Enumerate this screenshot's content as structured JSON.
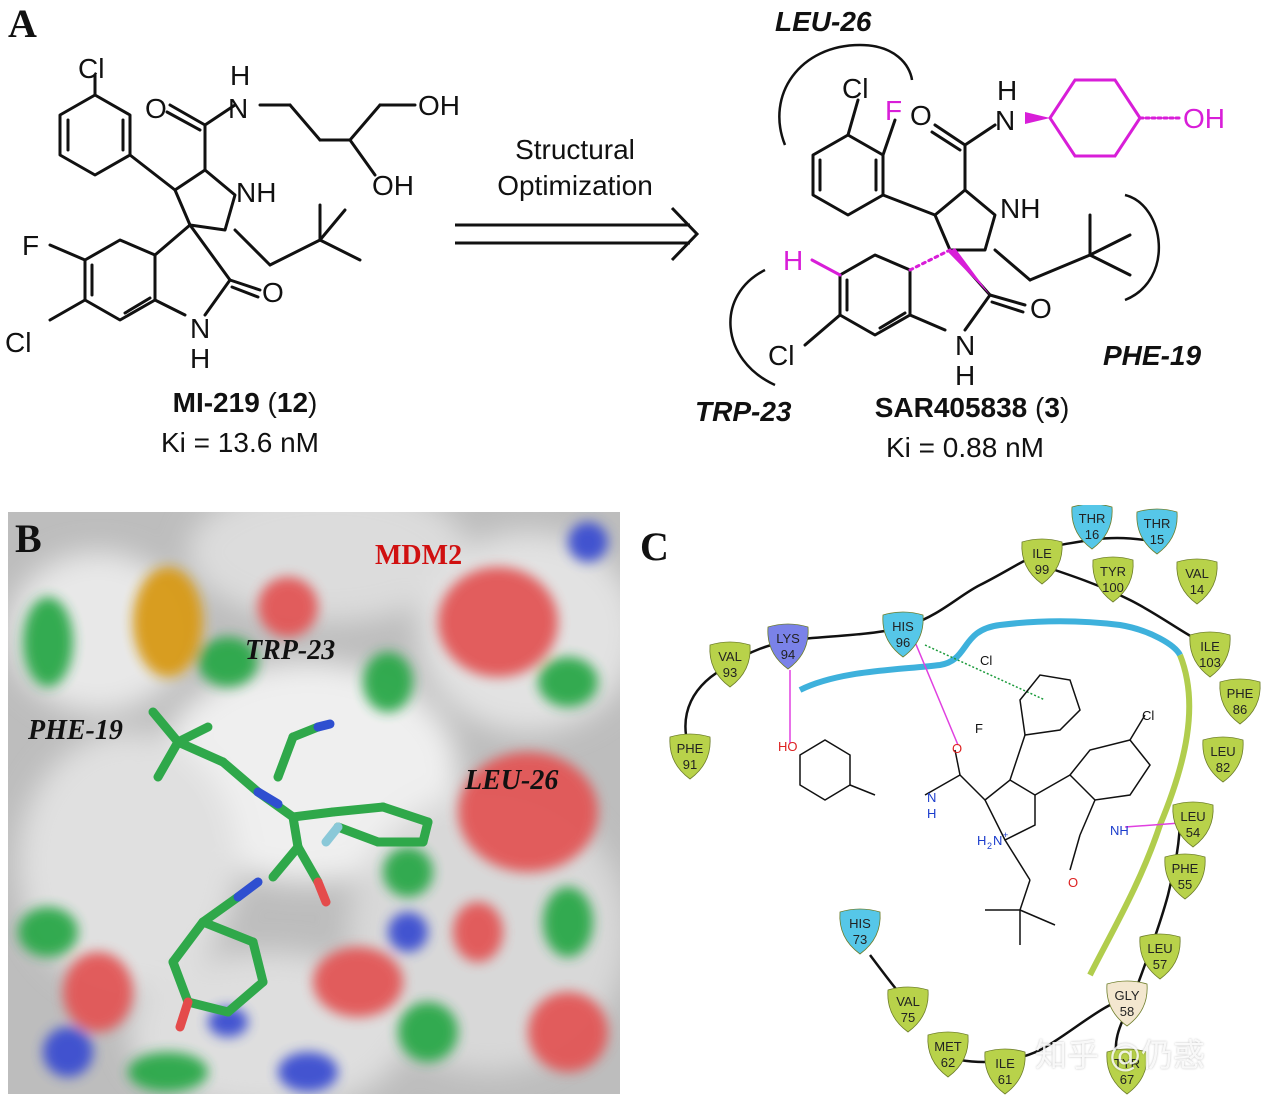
{
  "panel_a": {
    "letter": "A",
    "left_compound": {
      "name_bold": "MI-219",
      "name_num_open": " (",
      "name_num": "12",
      "name_num_close": ")",
      "ki": "Ki = 13.6 nM",
      "atoms": {
        "cl_top": "Cl",
        "o_amide": "O",
        "n_amide": "N",
        "h_amide": "H",
        "oh1": "OH",
        "oh2": "OH",
        "nh": "NH",
        "f": "F",
        "cl_bottom": "Cl",
        "o_lactam": "O",
        "n_lactam": "N",
        "h_lactam": "H"
      }
    },
    "arrow_text_line1": "Structural",
    "arrow_text_line2": "Optimization",
    "right_compound": {
      "name_bold": "SAR405838",
      "name_num_open": " (",
      "name_num": "3",
      "name_num_close": ")",
      "ki": "Ki = 0.88 nM",
      "atoms": {
        "cl_top": "Cl",
        "f": "F",
        "o_amide": "O",
        "n_amide": "N",
        "h_amide": "H",
        "oh": "OH",
        "nh": "NH",
        "h_ring": "H",
        "cl_bottom": "Cl",
        "o_lactam": "O",
        "n_lactam": "N",
        "h_lactam": "H"
      }
    },
    "residues": {
      "leu26": "LEU-26",
      "phe19": "PHE-19",
      "trp23": "TRP-23"
    },
    "colors": {
      "magenta": "#d81ed8",
      "ink": "#111111"
    }
  },
  "panel_b": {
    "letter": "B",
    "mdm2": "MDM2",
    "labels": {
      "trp23": "TRP-23",
      "phe19": "PHE-19",
      "leu26": "LEU-26"
    },
    "colors": {
      "surface": "#d4d4d4",
      "carbon": "#2fa84a",
      "oxygen": "#e44b4b",
      "nitrogen": "#2f4fd0",
      "sulfur": "#e0a020"
    }
  },
  "panel_c": {
    "letter": "C",
    "residues": [
      {
        "name": "THR",
        "num": "16",
        "type": "polar"
      },
      {
        "name": "THR",
        "num": "15",
        "type": "polar"
      },
      {
        "name": "ILE",
        "num": "99",
        "type": "hydrophobic"
      },
      {
        "name": "TYR",
        "num": "100",
        "type": "hydrophobic"
      },
      {
        "name": "VAL",
        "num": "14",
        "type": "hydrophobic"
      },
      {
        "name": "HIS",
        "num": "96",
        "type": "polar"
      },
      {
        "name": "LYS",
        "num": "94",
        "type": "positive"
      },
      {
        "name": "VAL",
        "num": "93",
        "type": "hydrophobic"
      },
      {
        "name": "ILE",
        "num": "103",
        "type": "hydrophobic"
      },
      {
        "name": "PHE",
        "num": "86",
        "type": "hydrophobic"
      },
      {
        "name": "LEU",
        "num": "82",
        "type": "hydrophobic"
      },
      {
        "name": "PHE",
        "num": "91",
        "type": "hydrophobic"
      },
      {
        "name": "LEU",
        "num": "54",
        "type": "hydrophobic"
      },
      {
        "name": "PHE",
        "num": "55",
        "type": "hydrophobic"
      },
      {
        "name": "HIS",
        "num": "73",
        "type": "polar"
      },
      {
        "name": "LEU",
        "num": "57",
        "type": "hydrophobic"
      },
      {
        "name": "GLY",
        "num": "58",
        "type": "glycine"
      },
      {
        "name": "VAL",
        "num": "75",
        "type": "hydrophobic"
      },
      {
        "name": "MET",
        "num": "62",
        "type": "hydrophobic"
      },
      {
        "name": "ILE",
        "num": "61",
        "type": "hydrophobic"
      },
      {
        "name": "TYR",
        "num": "67",
        "type": "hydrophobic"
      }
    ],
    "ligand_atoms": {
      "cl1": "Cl",
      "f": "F",
      "cl2": "Cl",
      "ho": "HO",
      "o_amide": "O",
      "nh_amide": "N",
      "h_amide": "H",
      "h2n": "H",
      "h2n_sub": "2",
      "h2n_n": "N",
      "h2n_plus": "+",
      "nh_lactam": "NH",
      "o_lactam": "O"
    },
    "colors": {
      "hydrophobic": "#b8d24a",
      "polar": "#56c7e8",
      "positive": "#7a82e8",
      "glycine": "#f3e7cf",
      "hbond": "#e040e0",
      "pi": "#1a9a3a"
    }
  },
  "watermark": "知乎 @仍惑"
}
